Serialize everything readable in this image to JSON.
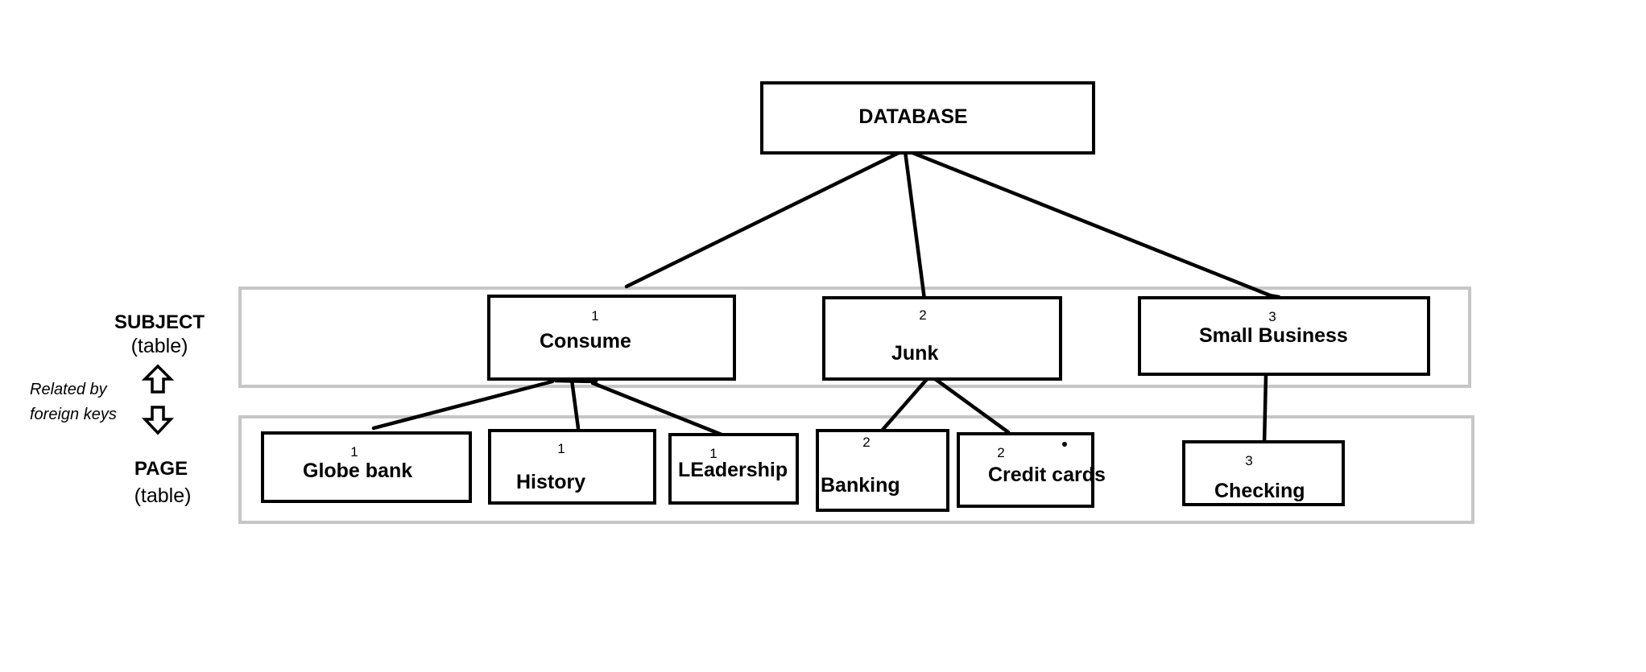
{
  "root": {
    "label": "DATABASE"
  },
  "subjects": [
    {
      "id": "1",
      "label": "Consume"
    },
    {
      "id": "2",
      "label": "Junk"
    },
    {
      "id": "3",
      "label": "Small Business"
    }
  ],
  "pages": [
    {
      "id": "1",
      "label": "Globe bank"
    },
    {
      "id": "1",
      "label": "History"
    },
    {
      "id": "1",
      "label": "LEadership"
    },
    {
      "id": "2",
      "label": "Banking"
    },
    {
      "id": "2",
      "label": "Credit cards"
    },
    {
      "id": "3",
      "label": "Checking"
    }
  ],
  "legend": {
    "subject_title": "SUBJECT",
    "subject_subtitle": "(table)",
    "relation_line1": "Related by",
    "relation_line2": "foreign keys",
    "page_title": "PAGE",
    "page_subtitle": "(table)"
  },
  "colors": {
    "line": "#000000",
    "band": "#c6c6c6"
  }
}
